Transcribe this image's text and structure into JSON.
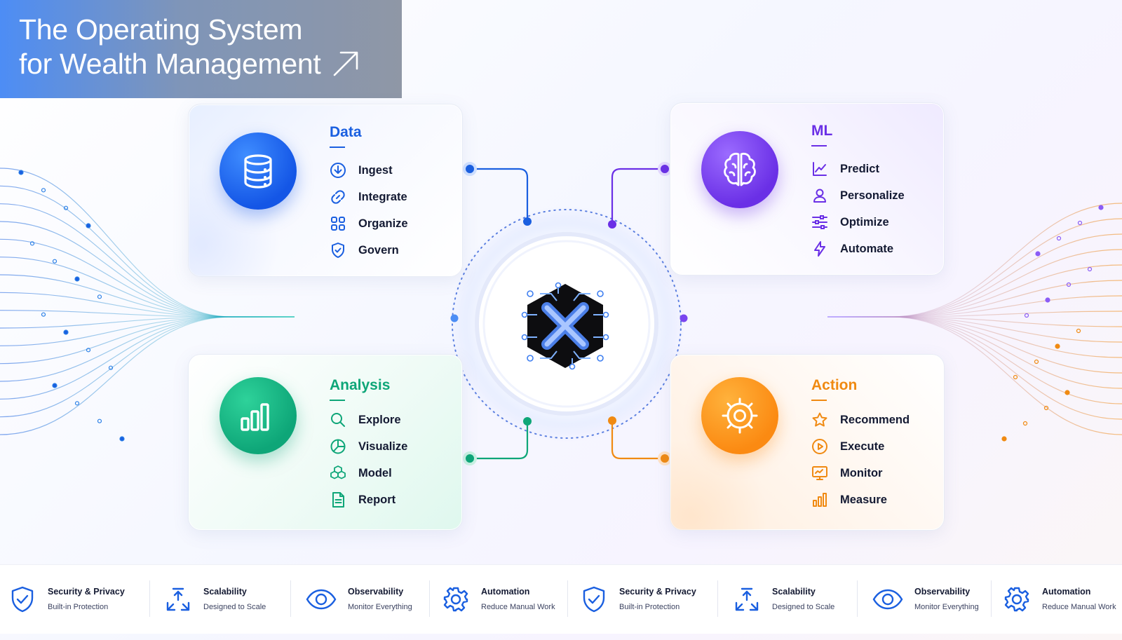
{
  "banner": {
    "title_line1": "The Operating System",
    "title_line2": "for Wealth Management",
    "arrow_icon": "arrow-up-right-icon"
  },
  "hub": {
    "icon": "x-chip-logo-icon"
  },
  "cards": {
    "data": {
      "title": "Data",
      "color": "#1a5fe0",
      "icon": "database-icon",
      "items": [
        {
          "label": "Ingest",
          "icon": "download-circle-icon"
        },
        {
          "label": "Integrate",
          "icon": "link-icon"
        },
        {
          "label": "Organize",
          "icon": "grid-icon"
        },
        {
          "label": "Govern",
          "icon": "shield-check-icon"
        }
      ]
    },
    "ml": {
      "title": "ML",
      "color": "#6a2fe6",
      "icon": "brain-icon",
      "items": [
        {
          "label": "Predict",
          "icon": "line-chart-icon"
        },
        {
          "label": "Personalize",
          "icon": "user-icon"
        },
        {
          "label": "Optimize",
          "icon": "sliders-icon"
        },
        {
          "label": "Automate",
          "icon": "lightning-icon"
        }
      ]
    },
    "analysis": {
      "title": "Analysis",
      "color": "#0ea678",
      "icon": "bar-chart-icon",
      "items": [
        {
          "label": "Explore",
          "icon": "search-icon"
        },
        {
          "label": "Visualize",
          "icon": "pie-chart-icon"
        },
        {
          "label": "Model",
          "icon": "cubes-icon"
        },
        {
          "label": "Report",
          "icon": "document-icon"
        }
      ]
    },
    "action": {
      "title": "Action",
      "color": "#f08a12",
      "icon": "target-icon",
      "items": [
        {
          "label": "Recommend",
          "icon": "star-icon"
        },
        {
          "label": "Execute",
          "icon": "play-circle-icon"
        },
        {
          "label": "Monitor",
          "icon": "monitor-icon"
        },
        {
          "label": "Measure",
          "icon": "bar-chart-small-icon"
        }
      ]
    }
  },
  "footer": {
    "features": [
      {
        "name": "Security & Privacy",
        "sub": "Built-in Protection",
        "icon": "shield-check-icon"
      },
      {
        "name": "Scalability",
        "sub": "Designed to Scale",
        "icon": "expand-arrows-icon"
      },
      {
        "name": "Observability",
        "sub": "Monitor Everything",
        "icon": "eye-icon"
      },
      {
        "name": "Automation",
        "sub": "Reduce Manual Work",
        "icon": "gear-icon"
      },
      {
        "name": "Security & Privacy",
        "sub": "Built-in Protection",
        "icon": "shield-check-icon"
      },
      {
        "name": "Scalability",
        "sub": "Designed to Scale",
        "icon": "expand-arrows-icon"
      },
      {
        "name": "Observability",
        "sub": "Monitor Everything",
        "icon": "eye-icon"
      },
      {
        "name": "Automation",
        "sub": "Reduce Manual Work",
        "icon": "gear-icon"
      }
    ]
  }
}
